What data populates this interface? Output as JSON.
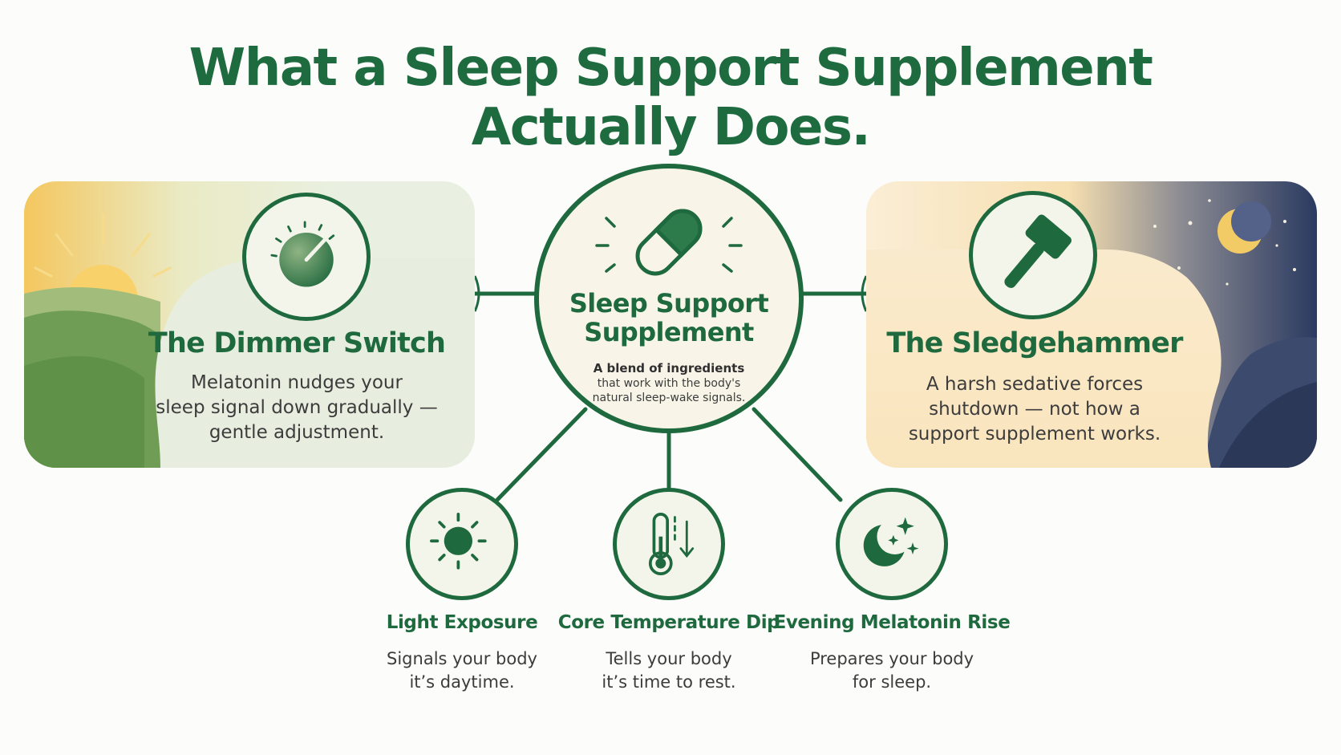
{
  "title": {
    "line1": "What a Sleep Support Supplement",
    "line2": "Actually Does."
  },
  "center": {
    "heading_line1": "Sleep Support",
    "heading_line2": "Supplement",
    "subheading": "A blend of ingredients",
    "desc_line1": "that work with the body's",
    "desc_line2": "natural sleep-wake signals.",
    "icon": "capsule-icon"
  },
  "left_panel": {
    "heading": "The Dimmer Switch",
    "text_line1": "Melatonin nudges your",
    "text_line2": "sleep signal down gradually —",
    "text_line3": "gentle adjustment.",
    "icon": "dimmer-dial-icon"
  },
  "right_panel": {
    "heading": "The Sledgehammer",
    "text_line1": "A harsh sedative forces",
    "text_line2": "shutdown — not how a",
    "text_line3": "support supplement works.",
    "icon": "hammer-icon"
  },
  "signals": [
    {
      "title": "Light Exposure",
      "text_line1": "Signals your body",
      "text_line2": "it’s daytime.",
      "icon": "sun-icon"
    },
    {
      "title": "Core Temperature Dip",
      "text_line1": "Tells your body",
      "text_line2": "it’s time to rest.",
      "icon": "thermometer-icon"
    },
    {
      "title": "Evening Melatonin Rise",
      "text_line1": "Prepares your body",
      "text_line2": "for sleep.",
      "icon": "moon-stars-icon"
    }
  ],
  "colors": {
    "primary_green": "#1e6a3e",
    "title_green": "#1f6b40",
    "sun_gold": "#f3c15a",
    "night_navy": "#2e3d63"
  }
}
